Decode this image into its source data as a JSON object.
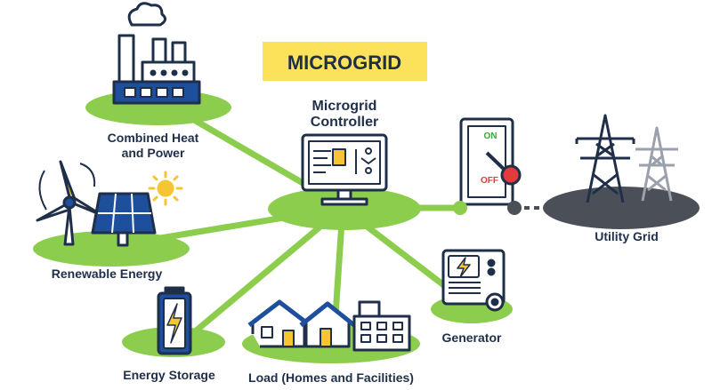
{
  "title": "MICROGRID",
  "controller": {
    "line1": "Microgrid",
    "line2": "Controller"
  },
  "nodes": {
    "chp": {
      "line1": "Combined Heat",
      "line2": "and Power"
    },
    "renewable": "Renewable Energy",
    "storage": "Energy Storage",
    "load": "Load (Homes and Facilities)",
    "generator": "Generator",
    "utility": "Utility Grid"
  },
  "switch": {
    "on": "ON",
    "off": "OFF"
  },
  "colors": {
    "title_bg": "#fbe25a",
    "node_green": "#8ccd4e",
    "outline": "#1f2f4a",
    "accent_blue": "#1d4f9c",
    "accent_yellow": "#f6c534",
    "switch_red": "#e23b3b",
    "switch_green": "#3aa53a"
  },
  "icons": [
    "factory-icon",
    "wind-turbine-icon",
    "solar-panel-icon",
    "sun-icon",
    "battery-icon",
    "houses-icon",
    "building-icon",
    "generator-icon",
    "switch-icon",
    "transmission-tower-icon",
    "monitor-icon"
  ]
}
